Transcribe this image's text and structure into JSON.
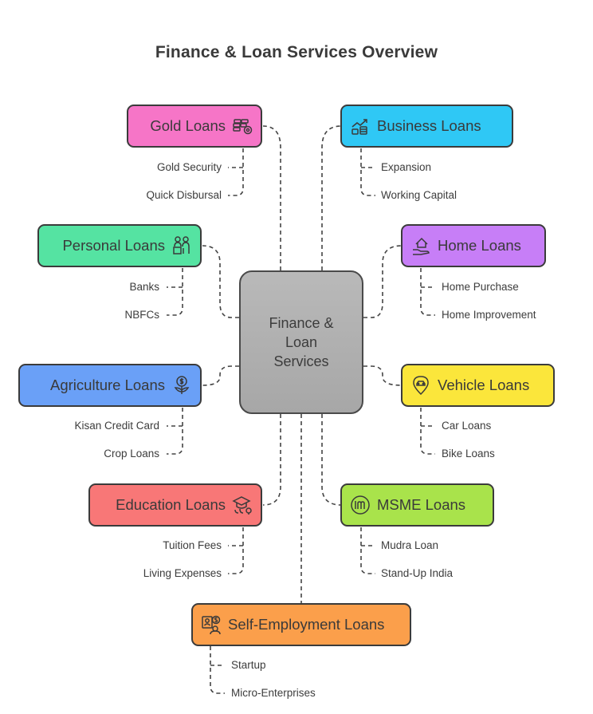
{
  "title": "Finance & Loan Services Overview",
  "center": {
    "label": "Finance & Loan Services"
  },
  "colors": {
    "gold": "#f675c7",
    "business": "#2fc8f5",
    "personal": "#55e3a2",
    "home": "#c77ef7",
    "agriculture": "#6aa0f7",
    "vehicle": "#fbe63b",
    "education": "#f87777",
    "msme": "#a9e34b",
    "self_employment": "#fb9f4b",
    "center": "#b0b0b0",
    "line": "#444444"
  },
  "categories": {
    "gold": {
      "label": "Gold Loans",
      "icon": "gold-bars-coin-icon",
      "items": [
        "Gold Security",
        "Quick Disbursal"
      ]
    },
    "business": {
      "label": "Business Loans",
      "icon": "growth-chart-coins-icon",
      "items": [
        "Expansion",
        "Working Capital"
      ]
    },
    "personal": {
      "label": "Personal Loans",
      "icon": "people-money-icon",
      "items": [
        "Banks",
        "NBFCs"
      ]
    },
    "home": {
      "label": "Home Loans",
      "icon": "house-hand-icon",
      "items": [
        "Home Purchase",
        "Home Improvement"
      ]
    },
    "agriculture": {
      "label": "Agriculture Loans",
      "icon": "money-plant-icon",
      "items": [
        "Kisan Credit Card",
        "Crop Loans"
      ]
    },
    "vehicle": {
      "label": "Vehicle Loans",
      "icon": "car-pin-icon",
      "items": [
        "Car Loans",
        "Bike Loans"
      ]
    },
    "education": {
      "label": "Education Loans",
      "icon": "graduation-cap-money-icon",
      "items": [
        "Tuition Fees",
        "Living Expenses"
      ]
    },
    "msme": {
      "label": "MSME Loans",
      "icon": "mint-logo-icon",
      "items": [
        "Mudra Loan",
        "Stand-Up India"
      ]
    },
    "self_employment": {
      "label": "Self-Employment Loans",
      "icon": "worker-money-icon",
      "items": [
        "Startup",
        "Micro-Enterprises"
      ]
    }
  }
}
